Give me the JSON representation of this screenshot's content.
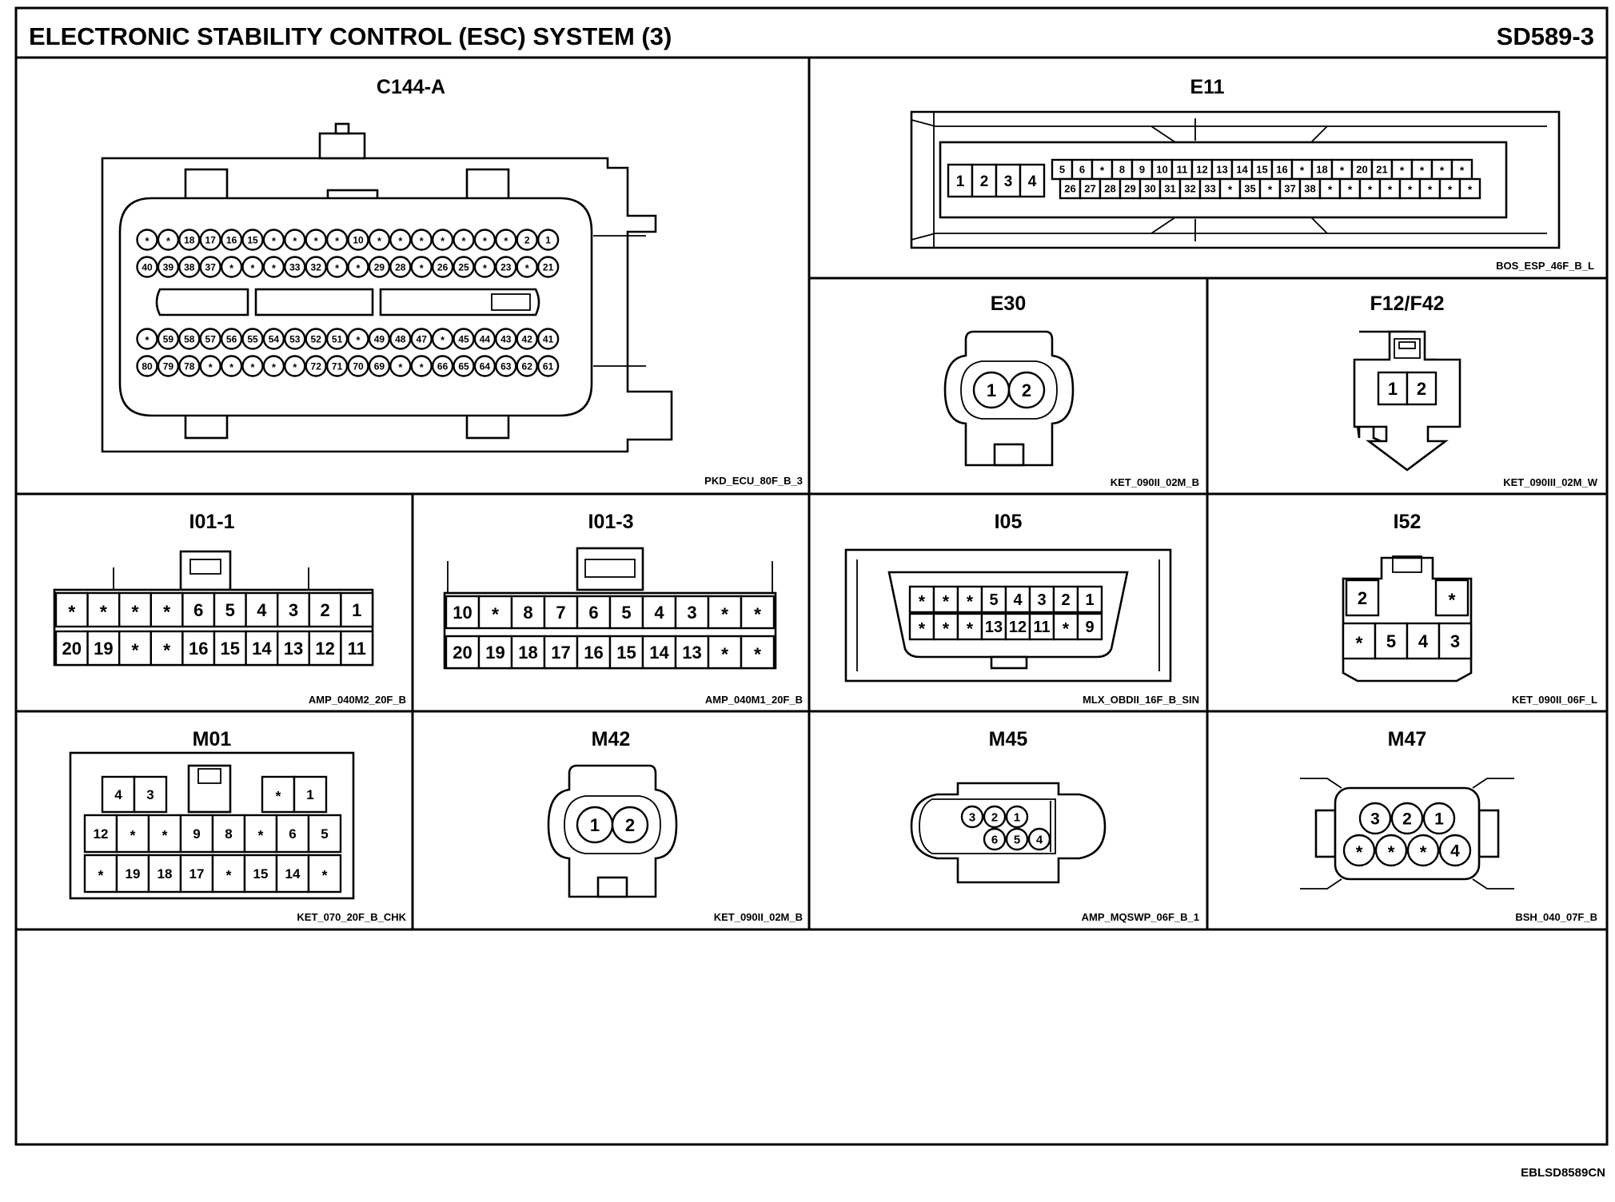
{
  "title": "ELECTRONIC STABILITY CONTROL (ESC) SYSTEM (3)",
  "code": "SD589-3",
  "footer": "EBLSD8589CN",
  "connectors": {
    "c144a": {
      "name": "C144-A",
      "part": "PKD_ECU_80F_B_3",
      "rows": [
        [
          "*",
          "*",
          "18",
          "17",
          "16",
          "15",
          "*",
          "*",
          "*",
          "*",
          "10",
          "*",
          "*",
          "*",
          "*",
          "*",
          "*",
          "*",
          "2",
          "1"
        ],
        [
          "40",
          "39",
          "38",
          "37",
          "*",
          "*",
          "*",
          "33",
          "32",
          "*",
          "*",
          "29",
          "28",
          "*",
          "26",
          "25",
          "*",
          "23",
          "*",
          "21"
        ],
        [
          "*",
          "59",
          "58",
          "57",
          "56",
          "55",
          "54",
          "53",
          "52",
          "51",
          "*",
          "49",
          "48",
          "47",
          "*",
          "45",
          "44",
          "43",
          "42",
          "41"
        ],
        [
          "80",
          "79",
          "78",
          "*",
          "*",
          "*",
          "*",
          "*",
          "72",
          "71",
          "70",
          "69",
          "*",
          "*",
          "66",
          "65",
          "64",
          "63",
          "62",
          "61"
        ]
      ]
    },
    "e11": {
      "name": "E11",
      "part": "BOS_ESP_46F_B_L",
      "big": [
        "1",
        "2",
        "3",
        "4"
      ],
      "top": [
        "5",
        "6",
        "*",
        "8",
        "9",
        "10",
        "11",
        "12",
        "13",
        "14",
        "15",
        "16",
        "*",
        "18",
        "*",
        "20",
        "21",
        "*",
        "*",
        "*",
        "*"
      ],
      "bottom": [
        "26",
        "27",
        "28",
        "29",
        "30",
        "31",
        "32",
        "33",
        "*",
        "35",
        "*",
        "37",
        "38",
        "*",
        "*",
        "*",
        "*",
        "*",
        "*",
        "*",
        "*"
      ]
    },
    "e30": {
      "name": "E30",
      "part": "KET_090II_02M_B",
      "pins": [
        "1",
        "2"
      ]
    },
    "f12": {
      "name": "F12/F42",
      "part": "KET_090III_02M_W",
      "pins": [
        "1",
        "2"
      ]
    },
    "i011": {
      "name": "I01-1",
      "part": "AMP_040M2_20F_B",
      "top": [
        "*",
        "*",
        "*",
        "*",
        "6",
        "5",
        "4",
        "3",
        "2",
        "1"
      ],
      "bottom": [
        "20",
        "19",
        "*",
        "*",
        "16",
        "15",
        "14",
        "13",
        "12",
        "11"
      ]
    },
    "i013": {
      "name": "I01-3",
      "part": "AMP_040M1_20F_B",
      "top": [
        "10",
        "*",
        "8",
        "7",
        "6",
        "5",
        "4",
        "3",
        "*",
        "*"
      ],
      "bottom": [
        "20",
        "19",
        "18",
        "17",
        "16",
        "15",
        "14",
        "13",
        "*",
        "*"
      ]
    },
    "i05": {
      "name": "I05",
      "part": "MLX_OBDII_16F_B_SIN",
      "top": [
        "*",
        "*",
        "*",
        "5",
        "4",
        "3",
        "2",
        "1"
      ],
      "bottom": [
        "*",
        "*",
        "*",
        "13",
        "12",
        "11",
        "*",
        "9"
      ]
    },
    "i52": {
      "name": "I52",
      "part": "KET_090II_06F_L",
      "top": [
        "2",
        "*"
      ],
      "bottom": [
        "*",
        "5",
        "4",
        "3"
      ]
    },
    "m01": {
      "name": "M01",
      "part": "KET_070_20F_B_CHK",
      "r1": [
        "4",
        "3",
        "*",
        "1"
      ],
      "r2": [
        "12",
        "*",
        "*",
        "9",
        "8",
        "*",
        "6",
        "5"
      ],
      "r3": [
        "*",
        "19",
        "18",
        "17",
        "*",
        "15",
        "14",
        "*"
      ]
    },
    "m42": {
      "name": "M42",
      "part": "KET_090II_02M_B",
      "pins": [
        "1",
        "2"
      ]
    },
    "m45": {
      "name": "M45",
      "part": "AMP_MQSWP_06F_B_1",
      "top": [
        "3",
        "2",
        "1"
      ],
      "bottom": [
        "6",
        "5",
        "4"
      ]
    },
    "m47": {
      "name": "M47",
      "part": "BSH_040_07F_B",
      "top": [
        "3",
        "2",
        "1"
      ],
      "bottom": [
        "*",
        "*",
        "*",
        "4"
      ]
    }
  }
}
